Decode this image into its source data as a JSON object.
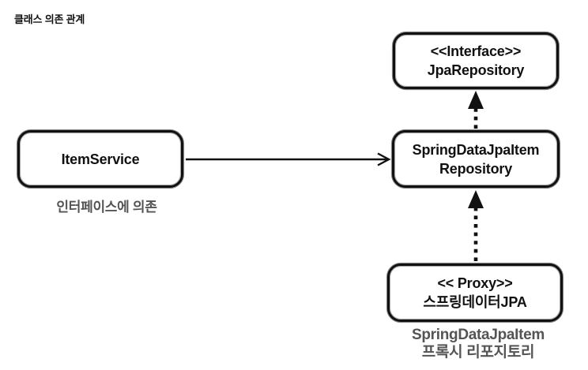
{
  "title": "클래스 의존 관계",
  "nodes": {
    "jpa_repository": {
      "line1": "<<Interface>>",
      "line2": "JpaRepository"
    },
    "spring_data_jpa_item_repository": {
      "line1": "SpringDataJpaItem",
      "line2": "Repository"
    },
    "item_service": {
      "line1": "ItemService"
    },
    "proxy_spring_data_jpa": {
      "line1": "<< Proxy>>",
      "line2": "스프링데이터JPA"
    }
  },
  "captions": {
    "item_service_note": "인터페이스에 의존",
    "proxy_note_line1": "SpringDataJpaItem",
    "proxy_note_line2": "프록시 리포지토리"
  },
  "edges": [
    {
      "name": "itemservice-to-springdatajpaitemrepository",
      "style": "solid",
      "arrowhead": "open"
    },
    {
      "name": "springdatajpaitemrepository-to-jparepository",
      "style": "dotted",
      "arrowhead": "filled-triangle"
    },
    {
      "name": "proxy-to-springdatajpaitemrepository",
      "style": "dotted",
      "arrowhead": "filled-triangle"
    }
  ],
  "colors": {
    "ink": "#111111",
    "background": "#ffffff",
    "node_fill": "#ffffff",
    "muted_text": "#545454"
  }
}
